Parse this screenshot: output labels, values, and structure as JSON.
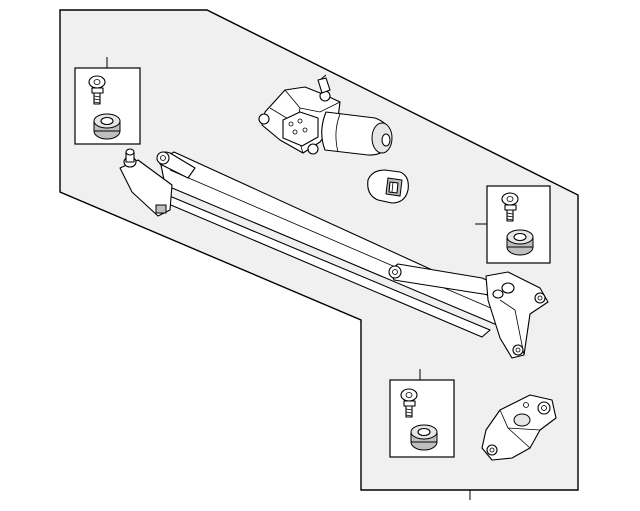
{
  "diagram": {
    "background_color": "#ffffff",
    "panel_fill": "#f0f0f0",
    "line_color": "#000000",
    "parts": [
      {
        "name": "wiper-motor"
      },
      {
        "name": "motor-grommet"
      },
      {
        "name": "wiper-linkage-transmission"
      },
      {
        "name": "linkage-mounting-bracket"
      },
      {
        "name": "bolt-and-grommet-kit-upper-left"
      },
      {
        "name": "bolt-and-grommet-kit-right"
      },
      {
        "name": "bolt-and-grommet-kit-lower"
      }
    ]
  }
}
